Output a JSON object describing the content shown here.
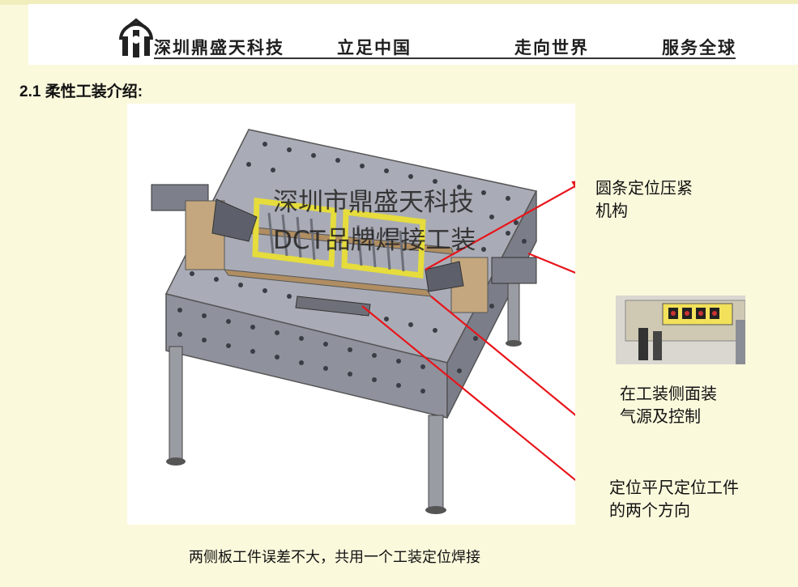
{
  "header": {
    "slogans": [
      "深圳鼎盛天科技",
      "立足中国",
      "走向世界",
      "服务全球"
    ]
  },
  "section": {
    "title": "2.1 柔性工装介绍:"
  },
  "figure": {
    "watermark_line1": "深圳市鼎盛天科技",
    "watermark_line2": "DCT品牌焊接工装"
  },
  "callouts": {
    "clamp": [
      "圆条定位压紧",
      "机构"
    ],
    "air": [
      "在工装侧面装",
      "气源及控制"
    ],
    "ruler": [
      "定位平尺定位工件",
      "的两个方向"
    ]
  },
  "caption": "两侧板工件误差不大，共用一个工装定位焊接",
  "colors": {
    "background": "#fbf9dc",
    "arrow": "#e8141b",
    "fixture_yellow": "#e6dc3c",
    "table_gray": "#8c8e99"
  }
}
